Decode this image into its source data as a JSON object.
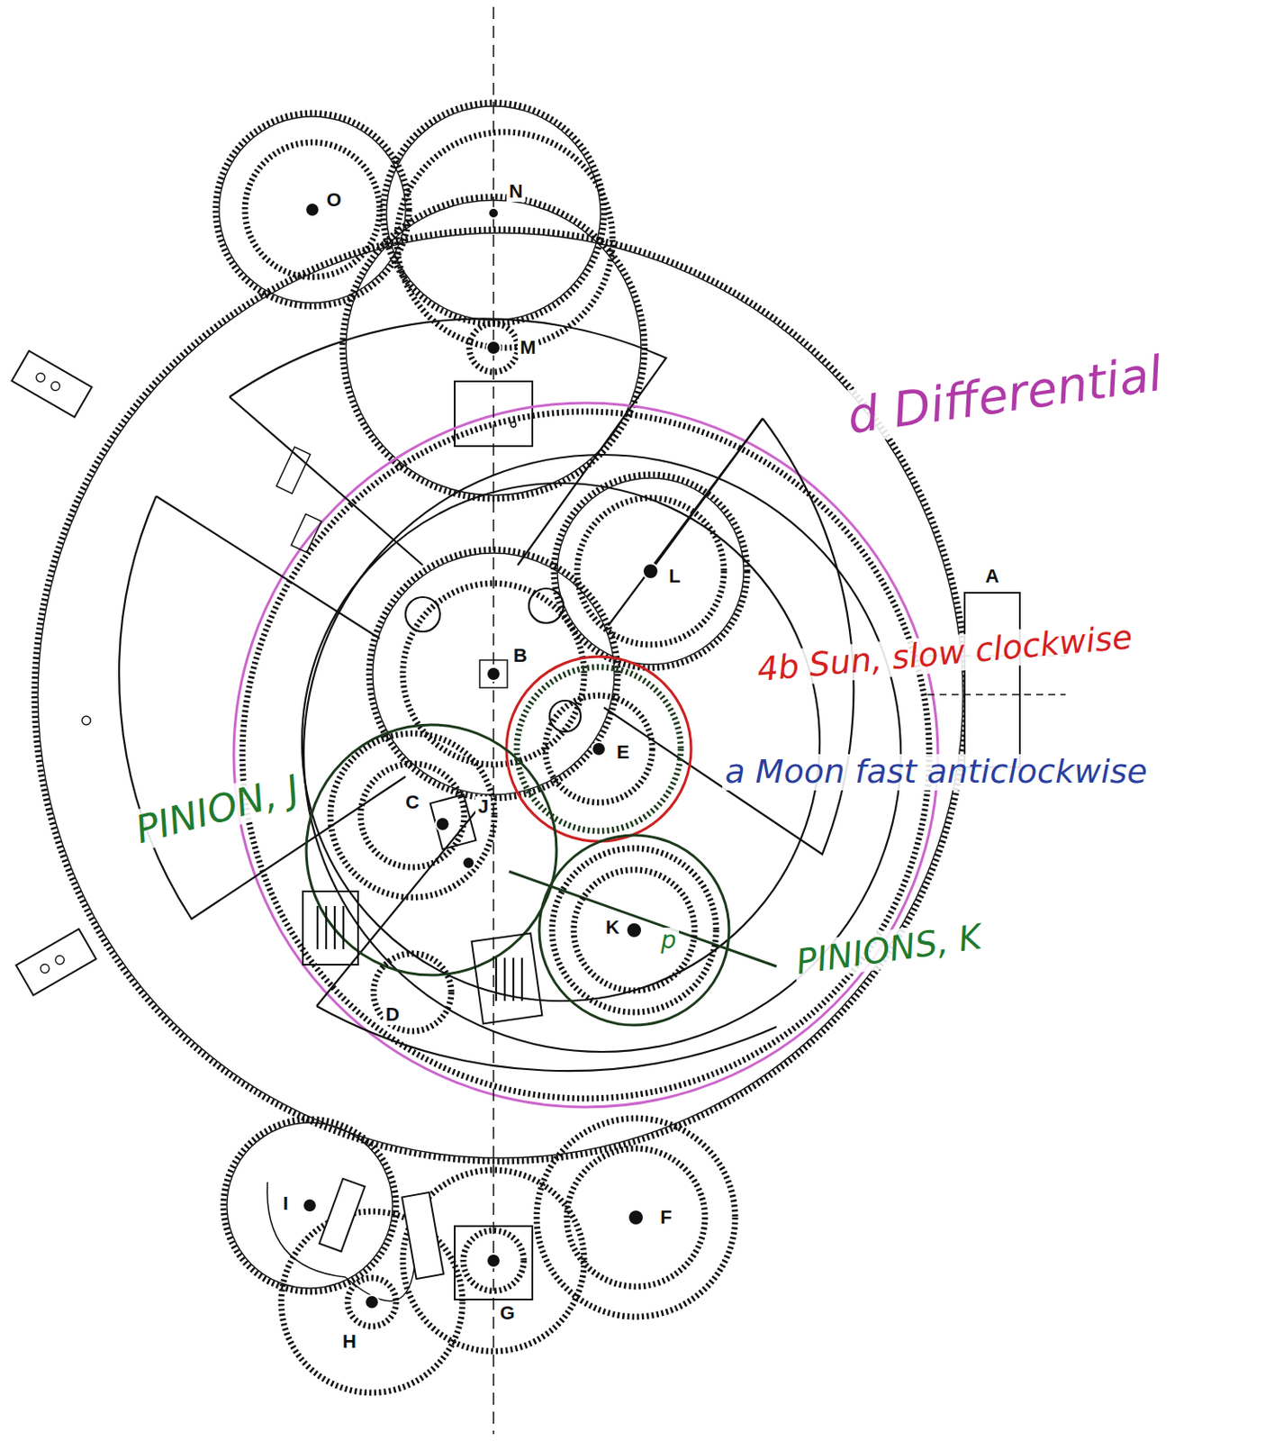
{
  "diagram": {
    "labels": [
      "O",
      "N",
      "M",
      "A",
      "L",
      "B",
      "E",
      "C",
      "J",
      "K",
      "D",
      "I",
      "F",
      "G",
      "H",
      "d Differential",
      "4b Sun, slow clockwise",
      "a Moon fast anticlockwise",
      "PINION, J",
      "p",
      "PINIONS, K"
    ]
  }
}
